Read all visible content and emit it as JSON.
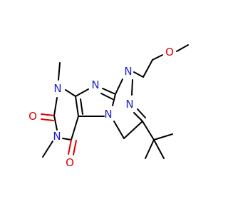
{
  "molecule": {
    "colors": {
      "carbon_bond": "#000000",
      "nitrogen": "#1f1fd1",
      "oxygen": "#e00000",
      "background": "#ffffff"
    },
    "atoms": [
      {
        "id": "n1",
        "element": "N",
        "label": "N"
      },
      {
        "id": "n2",
        "element": "N",
        "label": "N"
      },
      {
        "id": "n3",
        "element": "N",
        "label": "N"
      },
      {
        "id": "n4",
        "element": "N",
        "label": "N"
      },
      {
        "id": "n5",
        "element": "N",
        "label": "N"
      },
      {
        "id": "n6",
        "element": "N",
        "label": "N"
      },
      {
        "id": "o1",
        "element": "O",
        "label": "O"
      },
      {
        "id": "o2",
        "element": "O",
        "label": "O"
      },
      {
        "id": "o3",
        "element": "O",
        "label": "O"
      }
    ]
  }
}
